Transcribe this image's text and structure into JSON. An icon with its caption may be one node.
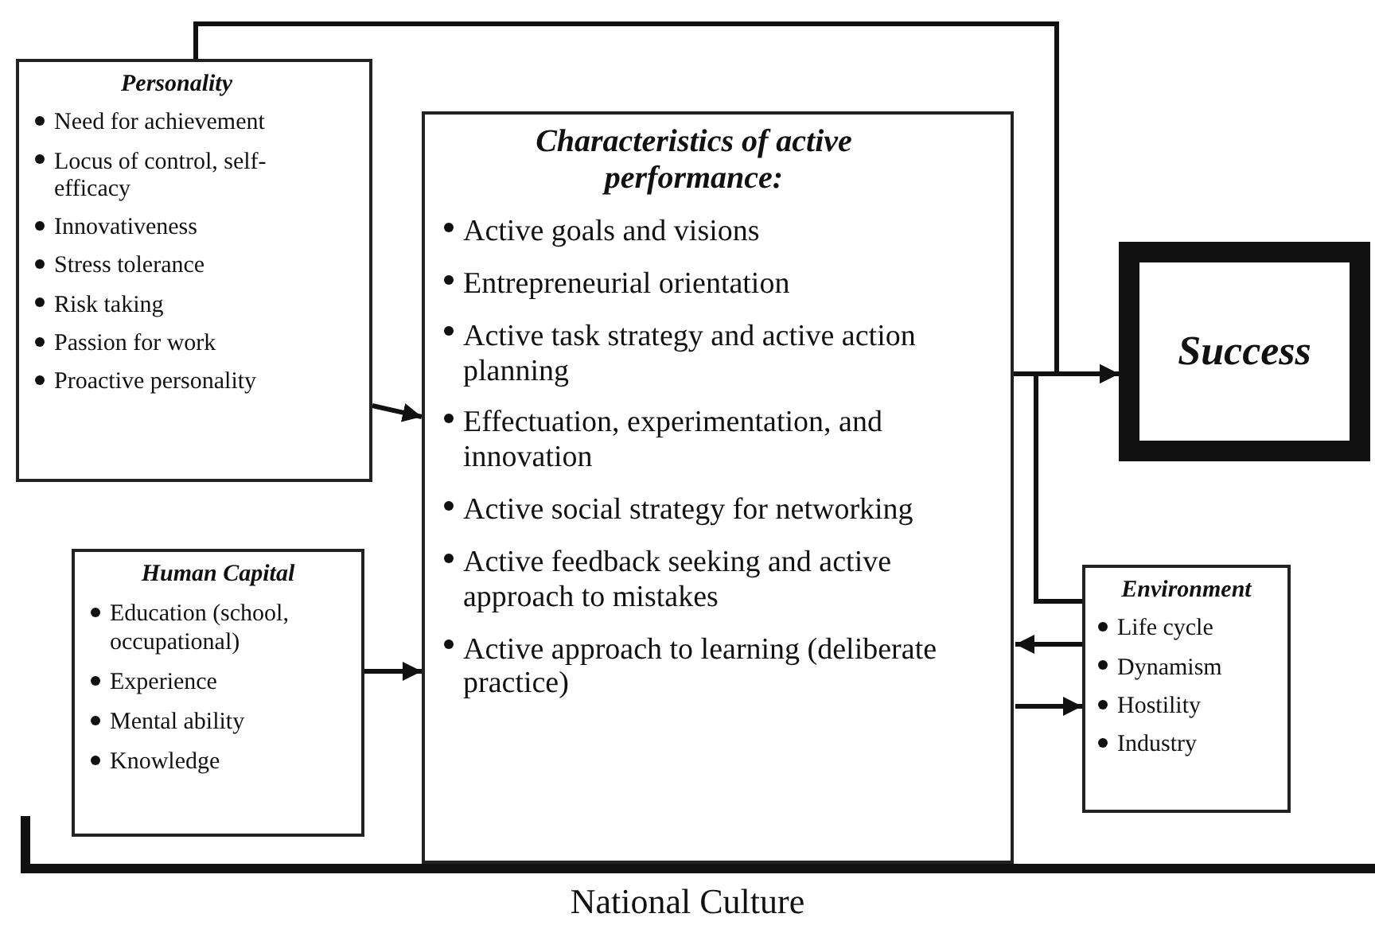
{
  "diagram": {
    "nodes": [
      {
        "text": [
          "Personality",
          "Need for achievement",
          "Locus of control, self-efficacy",
          "Innovativeness",
          "Stress tolerance",
          "Risk taking",
          "Passion for work",
          "Proactive personality"
        ]
      },
      {
        "text": [
          "Human Capital",
          "Education (school, occupational)",
          "Experience",
          "Mental ability",
          "Knowledge"
        ]
      },
      {
        "text": [
          "Characteristics of active performance:",
          "Active goals and visions",
          "Entrepreneurial orientation",
          "Active task strategy and active action planning",
          "Effectuation, experimentation, and innovation",
          "Active social strategy for networking",
          "Active feedback seeking and active approach to mistakes",
          "Active approach to learning (deliberate practice)"
        ]
      },
      {
        "text": [
          "Success"
        ]
      },
      {
        "text": [
          "Environment",
          "Life cycle",
          "Dynamism",
          "Hostility",
          "Industry"
        ]
      }
    ],
    "edges": [
      {
        "from": 0,
        "to": 2,
        "arrow": "to"
      },
      {
        "from": 1,
        "to": 2,
        "arrow": "to"
      },
      {
        "from": 0,
        "to": 3,
        "arrow": "to"
      },
      {
        "from": 2,
        "to": 3,
        "arrow": "to"
      },
      {
        "from": 4,
        "to": 3,
        "arrow": "to"
      },
      {
        "from": 4,
        "to": 2,
        "arrow": "to"
      },
      {
        "from": 2,
        "to": 4,
        "arrow": "to"
      }
    ],
    "labels": [
      "National Culture"
    ]
  }
}
